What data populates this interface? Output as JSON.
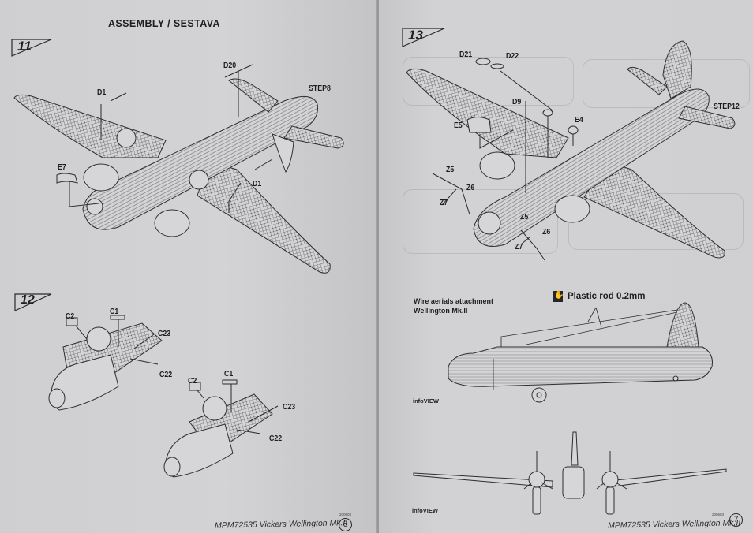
{
  "document": {
    "type": "model kit instruction sheet",
    "heading": "ASSEMBLY / SESTAVA",
    "pages": [
      {
        "side": "left",
        "steps": [
          {
            "number": "11",
            "parts": [
              "D20",
              "STEP8",
              "D1",
              "E7",
              "D1"
            ]
          },
          {
            "number": "12",
            "parts": [
              "C2",
              "C1",
              "C23",
              "C22",
              "C2",
              "C1",
              "C23",
              "C22"
            ]
          }
        ],
        "footer": {
          "title": "MPM72535 Vickers Wellington Mk.II",
          "page_number": "6",
          "code": "200603"
        }
      },
      {
        "side": "right",
        "steps": [
          {
            "number": "13",
            "parts": [
              "D21",
              "D22",
              "D9",
              "E5",
              "E4",
              "STEP12",
              "Z5",
              "Z6",
              "Z7",
              "Z5",
              "Z6",
              "Z7"
            ]
          }
        ],
        "aerial_note": {
          "caption_line1": "Wire aerials attachment",
          "caption_line2": "Wellington Mk.II",
          "material_icon": "hand-glue-icon",
          "material": "Plastic rod  0.2mm"
        },
        "infoview_labels": [
          "infoVIEW",
          "infoVIEW"
        ],
        "footer": {
          "title": "MPM72535 Vickers Wellington Mk.II",
          "page_number": "7",
          "code": "200603"
        }
      }
    ]
  }
}
